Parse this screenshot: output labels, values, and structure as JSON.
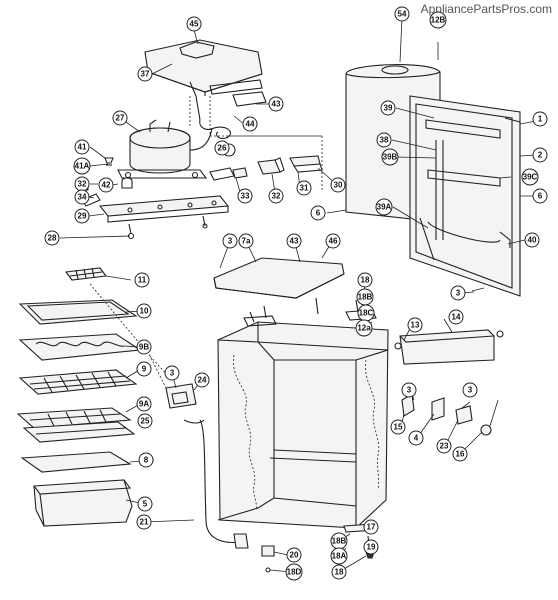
{
  "watermark": "AppliancePartsPros.com",
  "callouts": [
    {
      "id": "c45",
      "label": "45"
    },
    {
      "id": "c37",
      "label": "37"
    },
    {
      "id": "c43a",
      "label": "43"
    },
    {
      "id": "c44",
      "label": "44"
    },
    {
      "id": "c27",
      "label": "27"
    },
    {
      "id": "c26",
      "label": "26"
    },
    {
      "id": "c41",
      "label": "41"
    },
    {
      "id": "c41a",
      "label": "41A"
    },
    {
      "id": "c32a",
      "label": "32"
    },
    {
      "id": "c42",
      "label": "42"
    },
    {
      "id": "c34",
      "label": "34"
    },
    {
      "id": "c33",
      "label": "33"
    },
    {
      "id": "c32b",
      "label": "32"
    },
    {
      "id": "c31",
      "label": "31"
    },
    {
      "id": "c30",
      "label": "30"
    },
    {
      "id": "c29",
      "label": "29"
    },
    {
      "id": "c28",
      "label": "28"
    },
    {
      "id": "c54",
      "label": "54"
    },
    {
      "id": "c12b",
      "label": "12B"
    },
    {
      "id": "c39",
      "label": "39"
    },
    {
      "id": "c1",
      "label": "1"
    },
    {
      "id": "c38",
      "label": "38"
    },
    {
      "id": "c39b",
      "label": "39B"
    },
    {
      "id": "c2",
      "label": "2"
    },
    {
      "id": "c39c",
      "label": "39C"
    },
    {
      "id": "c6a",
      "label": "6"
    },
    {
      "id": "c6b",
      "label": "6"
    },
    {
      "id": "c39a",
      "label": "39A"
    },
    {
      "id": "c40",
      "label": "40"
    },
    {
      "id": "c3a",
      "label": "3"
    },
    {
      "id": "c7a",
      "label": "7a"
    },
    {
      "id": "c43b",
      "label": "43"
    },
    {
      "id": "c46",
      "label": "46"
    },
    {
      "id": "c11",
      "label": "11"
    },
    {
      "id": "c18a",
      "label": "18"
    },
    {
      "id": "c18b",
      "label": "18B"
    },
    {
      "id": "c18c",
      "label": "18C"
    },
    {
      "id": "c12a",
      "label": "12a"
    },
    {
      "id": "c3b",
      "label": "3"
    },
    {
      "id": "c10",
      "label": "10"
    },
    {
      "id": "c13",
      "label": "13"
    },
    {
      "id": "c14",
      "label": "14"
    },
    {
      "id": "c9b",
      "label": "9B"
    },
    {
      "id": "c9",
      "label": "9"
    },
    {
      "id": "c3c",
      "label": "3"
    },
    {
      "id": "c24",
      "label": "24"
    },
    {
      "id": "c9a",
      "label": "9A"
    },
    {
      "id": "c25",
      "label": "25"
    },
    {
      "id": "c3d",
      "label": "3"
    },
    {
      "id": "c3e",
      "label": "3"
    },
    {
      "id": "c15",
      "label": "15"
    },
    {
      "id": "c4",
      "label": "4"
    },
    {
      "id": "c23",
      "label": "23"
    },
    {
      "id": "c16",
      "label": "16"
    },
    {
      "id": "c8",
      "label": "8"
    },
    {
      "id": "c5",
      "label": "5"
    },
    {
      "id": "c21",
      "label": "21"
    },
    {
      "id": "c17",
      "label": "17"
    },
    {
      "id": "c18d",
      "label": "18B"
    },
    {
      "id": "c19",
      "label": "19"
    },
    {
      "id": "c18e",
      "label": "18A"
    },
    {
      "id": "c20",
      "label": "20"
    },
    {
      "id": "c18f",
      "label": "18"
    },
    {
      "id": "c18g",
      "label": "18D"
    }
  ]
}
